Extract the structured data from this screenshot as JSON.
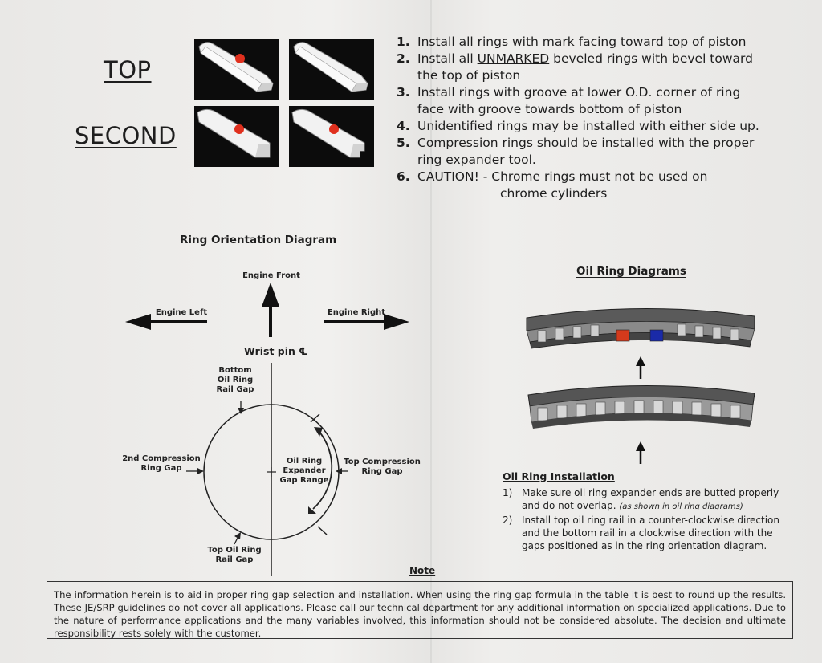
{
  "labels": {
    "top": "TOP",
    "second": "SECOND"
  },
  "instructions": [
    {
      "num": "1.",
      "lines": [
        "Install all rings with mark facing toward top of piston"
      ]
    },
    {
      "num": "2.",
      "pre": "Install all ",
      "underline": "UNMARKED",
      "post": " beveled rings with bevel toward",
      "lines_after": [
        "the top of piston"
      ]
    },
    {
      "num": "3.",
      "lines": [
        "Install rings with groove at lower O.D. corner of ring",
        "face with groove towards bottom of piston"
      ]
    },
    {
      "num": "4.",
      "lines": [
        "Unidentified rings may be installed with either side up."
      ]
    },
    {
      "num": "5.",
      "lines": [
        "Compression rings should be installed with the proper",
        "ring expander tool."
      ]
    },
    {
      "num": "6.",
      "line1": "CAUTION! - Chrome rings must not be used on",
      "line2": "chrome cylinders"
    }
  ],
  "ring_orientation": {
    "title": "Ring Orientation Diagram",
    "engine_front": "Engine Front",
    "engine_left": "Engine Left",
    "engine_right": "Engine Right",
    "wrist_pin": "Wrist pin ℄",
    "bottom_rail_gap": [
      "Bottom",
      "Oil Ring",
      "Rail Gap"
    ],
    "second_comp_gap": [
      "2nd Compression",
      "Ring Gap"
    ],
    "oil_expander": [
      "Oil Ring",
      "Expander",
      "Gap Range"
    ],
    "top_comp_gap": [
      "Top Compression",
      "Ring Gap"
    ],
    "top_rail_gap": [
      "Top Oil Ring",
      "Rail Gap"
    ]
  },
  "oil_ring": {
    "title": "Oil Ring Diagrams",
    "install_title": "Oil Ring Installation",
    "items": [
      {
        "n": "1)",
        "line1": "Make sure oil ring expander ends are butted properly",
        "line2": "and do not overlap.",
        "aside": "(as shown in oil ring diagrams)"
      },
      {
        "n": "2)",
        "line1": "Install top oil ring rail in a counter-clockwise direction",
        "line2": "and the bottom rail in a clockwise direction with the",
        "line3": "gaps positioned as in the ring orientation diagram."
      }
    ],
    "colors": {
      "red_end": "#d43a1c",
      "blue_end": "#1a2aa8"
    }
  },
  "note": {
    "title": "Note",
    "text": "The information herein is to aid in proper ring gap selection and installation. When using the ring gap formula in the table it is best to round up the results. These JE/SRP guidelines do not cover all applications. Please call our technical department for any additional information on specialized applications. Due to the nature of performance applications and the many variables involved, this information should not be considered absolute. The decision and ultimate responsibility rests solely with the customer."
  },
  "icons": [
    "ring-marked-bevel-icon",
    "ring-bevel-icon",
    "ring-marked-flat-icon",
    "ring-groove-icon",
    "arrow-up-icon",
    "arrow-left-icon",
    "arrow-right-icon"
  ],
  "colors": {
    "mark_dot": "#e0301e",
    "tile_bg": "#0c0c0c",
    "paper": "#ecebea"
  }
}
